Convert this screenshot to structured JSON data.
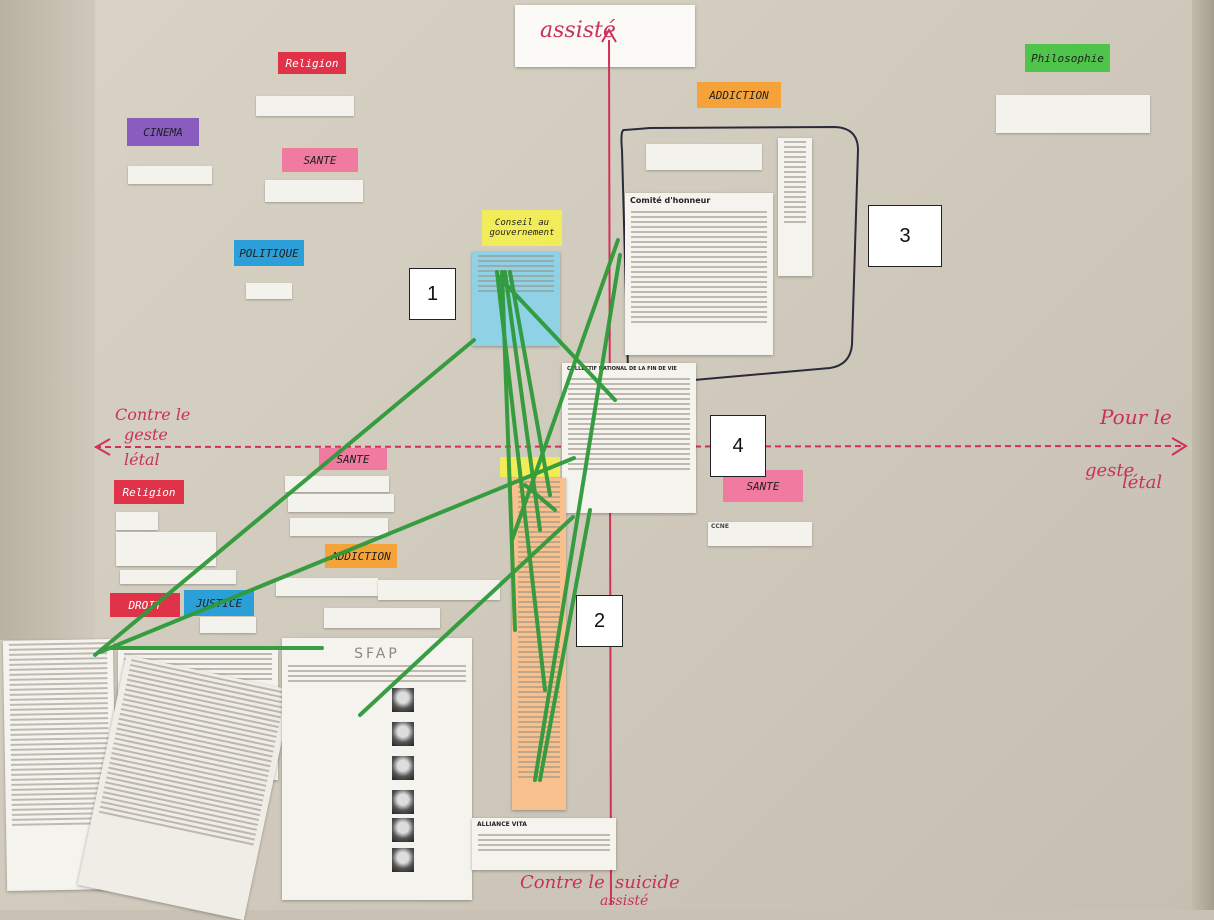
{
  "axes": {
    "top": "assisté",
    "bottom_left": "Contre le",
    "bottom_right": "suicide",
    "bottom_second": "assisté",
    "left_line1": "Contre le",
    "left_line2": "geste",
    "left_line3": "létal",
    "right_line1": "Pour le",
    "right_line2": "geste",
    "right_line3": "létal"
  },
  "stickies": {
    "religion_top": "Religion",
    "cinema": "CINEMA",
    "sante_top": "SANTE",
    "politique": "POLITIQUE",
    "addiction_top": "ADDICTION",
    "philosophie": "Philosophie",
    "conseil": "Conseil au gouvernement",
    "sante_mid": "SANTE",
    "religion_low": "Religion",
    "addiction_low": "ADDICTION",
    "droit": "DROIT",
    "justice": "JUSTICE",
    "sante_right": "SANTE"
  },
  "documents": {
    "comite": "Comité d'honneur",
    "colloque": "COLLECTIF NATIONAL DE LA FIN DE VIE",
    "sfap": "SFAP",
    "alliance": "ALLIANCE VITA",
    "ccne": "CCNE"
  },
  "numbers": [
    "1",
    "2",
    "3",
    "4"
  ],
  "colors": {
    "axis_red": "#d0305a",
    "tape_green": "#2f9a3a",
    "sticky_red": "#e0334a",
    "sticky_pink": "#f07aa0",
    "sticky_orange": "#f5a23a",
    "sticky_blue": "#2a9fd8",
    "sticky_purple": "#8a5cc0",
    "sticky_green": "#4fc44a",
    "sticky_yellow": "#f2ec5a"
  }
}
